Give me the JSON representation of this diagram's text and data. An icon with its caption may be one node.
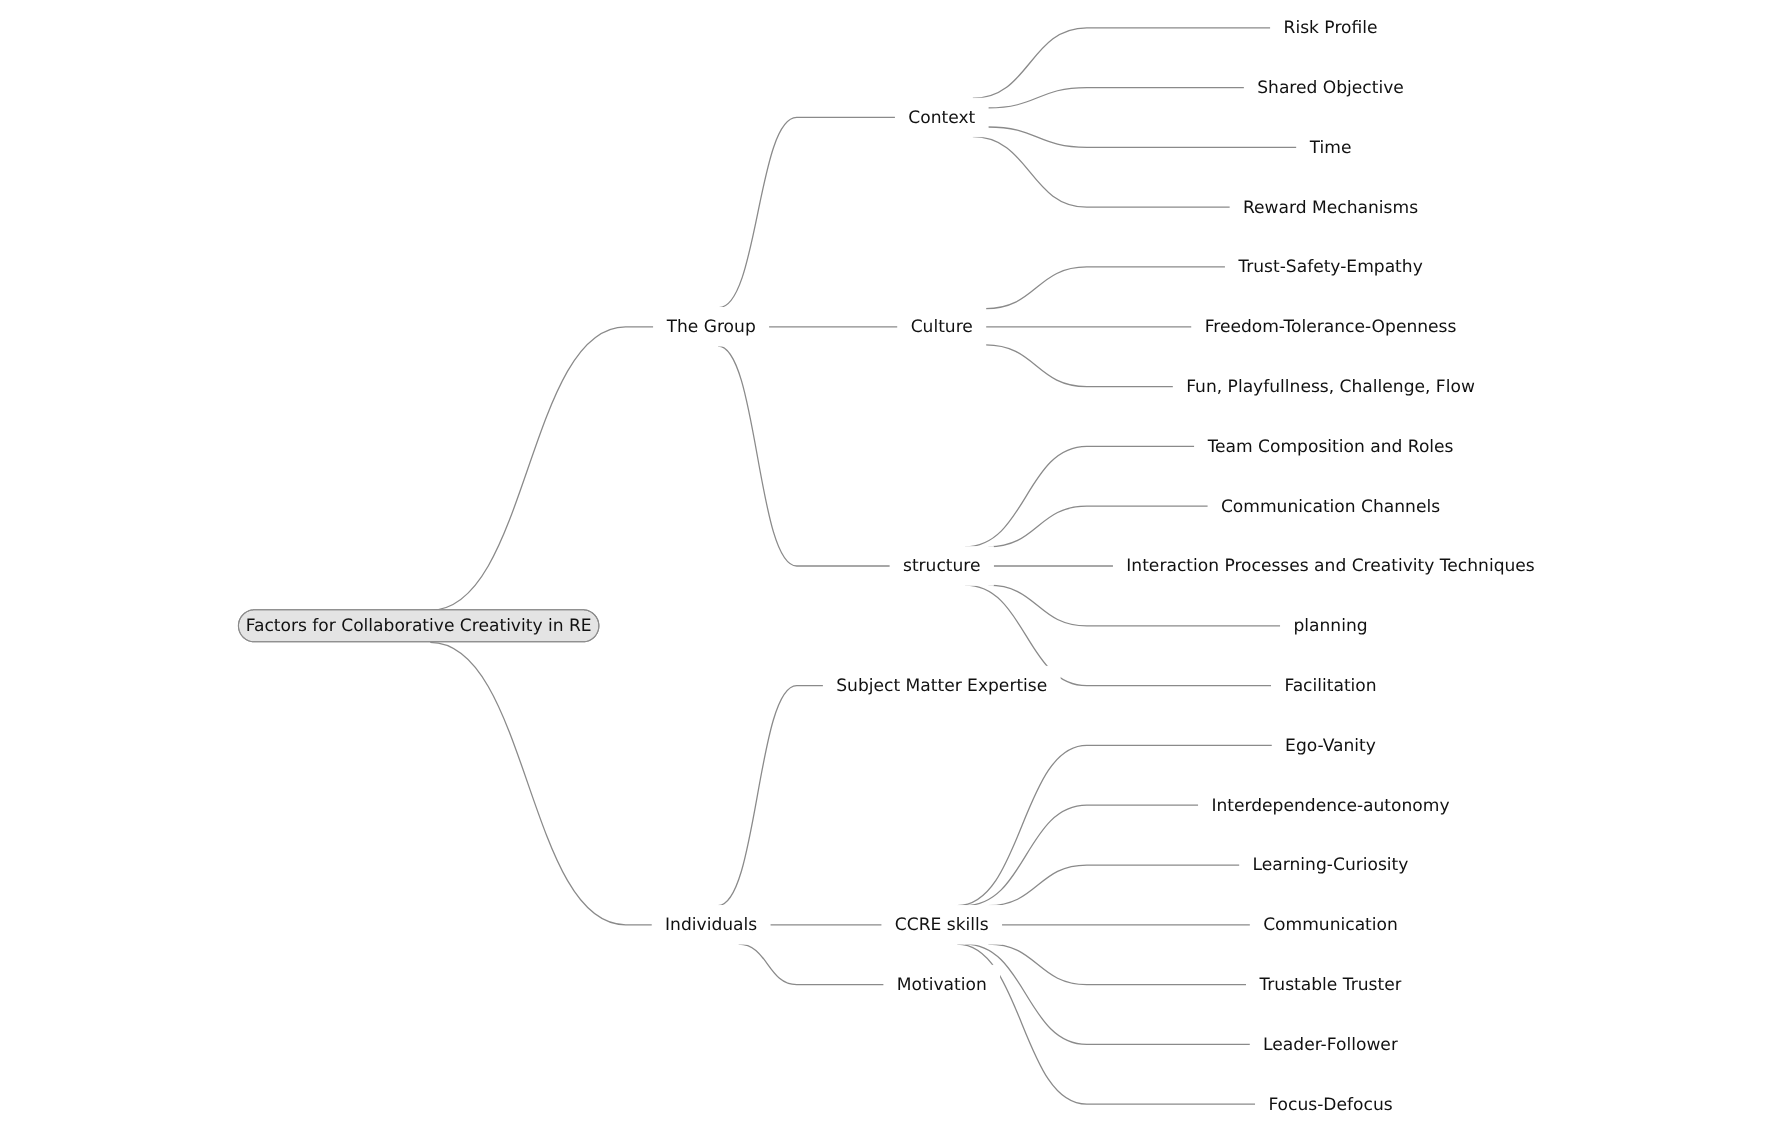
{
  "diagram": {
    "nodes": [
      {
        "text": [
          "Factors for Collaborative Creativity in RE"
        ]
      },
      {
        "text": [
          "The Group"
        ]
      },
      {
        "text": [
          "Context"
        ]
      },
      {
        "text": [
          "Risk Profile"
        ]
      },
      {
        "text": [
          "Shared Objective"
        ]
      },
      {
        "text": [
          "Time"
        ]
      },
      {
        "text": [
          "Reward Mechanisms"
        ]
      },
      {
        "text": [
          "Culture"
        ]
      },
      {
        "text": [
          "Trust-Safety-Empathy"
        ]
      },
      {
        "text": [
          "Freedom-Tolerance-Openness"
        ]
      },
      {
        "text": [
          "Fun, Playfullness, Challenge, Flow"
        ]
      },
      {
        "text": [
          "structure"
        ]
      },
      {
        "text": [
          "Team Composition and Roles"
        ]
      },
      {
        "text": [
          "Communication Channels"
        ]
      },
      {
        "text": [
          "Interaction Processes and Creativity Techniques"
        ]
      },
      {
        "text": [
          "planning"
        ]
      },
      {
        "text": [
          "Facilitation"
        ]
      },
      {
        "text": [
          "Individuals"
        ]
      },
      {
        "text": [
          "Subject Matter Expertise"
        ]
      },
      {
        "text": [
          "CCRE skills"
        ]
      },
      {
        "text": [
          "Ego-Vanity"
        ]
      },
      {
        "text": [
          "Interdependence-autonomy"
        ]
      },
      {
        "text": [
          "Learning-Curiosity"
        ]
      },
      {
        "text": [
          "Communication"
        ]
      },
      {
        "text": [
          "Trustable Truster"
        ]
      },
      {
        "text": [
          "Leader-Follower"
        ]
      },
      {
        "text": [
          "Focus-Defocus"
        ]
      },
      {
        "text": [
          "Motivation"
        ]
      }
    ],
    "edges": [
      {
        "from": 0,
        "to": 1,
        "arrow": "none"
      },
      {
        "from": 1,
        "to": 2,
        "arrow": "none"
      },
      {
        "from": 2,
        "to": 3,
        "arrow": "none"
      },
      {
        "from": 2,
        "to": 4,
        "arrow": "none"
      },
      {
        "from": 2,
        "to": 5,
        "arrow": "none"
      },
      {
        "from": 2,
        "to": 6,
        "arrow": "none"
      },
      {
        "from": 1,
        "to": 7,
        "arrow": "none"
      },
      {
        "from": 7,
        "to": 8,
        "arrow": "none"
      },
      {
        "from": 7,
        "to": 9,
        "arrow": "none"
      },
      {
        "from": 7,
        "to": 10,
        "arrow": "none"
      },
      {
        "from": 1,
        "to": 11,
        "arrow": "none"
      },
      {
        "from": 11,
        "to": 12,
        "arrow": "none"
      },
      {
        "from": 11,
        "to": 13,
        "arrow": "none"
      },
      {
        "from": 11,
        "to": 14,
        "arrow": "none"
      },
      {
        "from": 11,
        "to": 15,
        "arrow": "none"
      },
      {
        "from": 11,
        "to": 16,
        "arrow": "none"
      },
      {
        "from": 0,
        "to": 17,
        "arrow": "none"
      },
      {
        "from": 17,
        "to": 18,
        "arrow": "none"
      },
      {
        "from": 17,
        "to": 19,
        "arrow": "none"
      },
      {
        "from": 19,
        "to": 20,
        "arrow": "none"
      },
      {
        "from": 19,
        "to": 21,
        "arrow": "none"
      },
      {
        "from": 19,
        "to": 22,
        "arrow": "none"
      },
      {
        "from": 19,
        "to": 23,
        "arrow": "none"
      },
      {
        "from": 19,
        "to": 24,
        "arrow": "none"
      },
      {
        "from": 19,
        "to": 25,
        "arrow": "none"
      },
      {
        "from": 19,
        "to": 26,
        "arrow": "none"
      },
      {
        "from": 17,
        "to": 27,
        "arrow": "none"
      }
    ]
  }
}
